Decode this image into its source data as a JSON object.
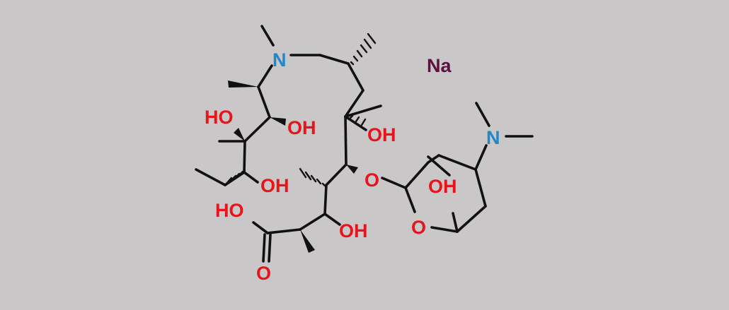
{
  "colors": {
    "background": "#c9c7c8",
    "bond": "#111111",
    "oxygen": "#e8131b",
    "nitrogen": "#1e88c8",
    "sodium": "#5a1240"
  },
  "atoms": {
    "n_ring": "N",
    "n_amine": "N",
    "oh_1": "HO",
    "oh_2": "OH",
    "oh_3": "OH",
    "oh_4": "OH",
    "oh_5": "OH",
    "oh_6": "OH",
    "acid_ho": "HO",
    "carbonyl_o": "O",
    "ether_o": "O",
    "ring_o": "O",
    "counter_ion": "Na"
  }
}
